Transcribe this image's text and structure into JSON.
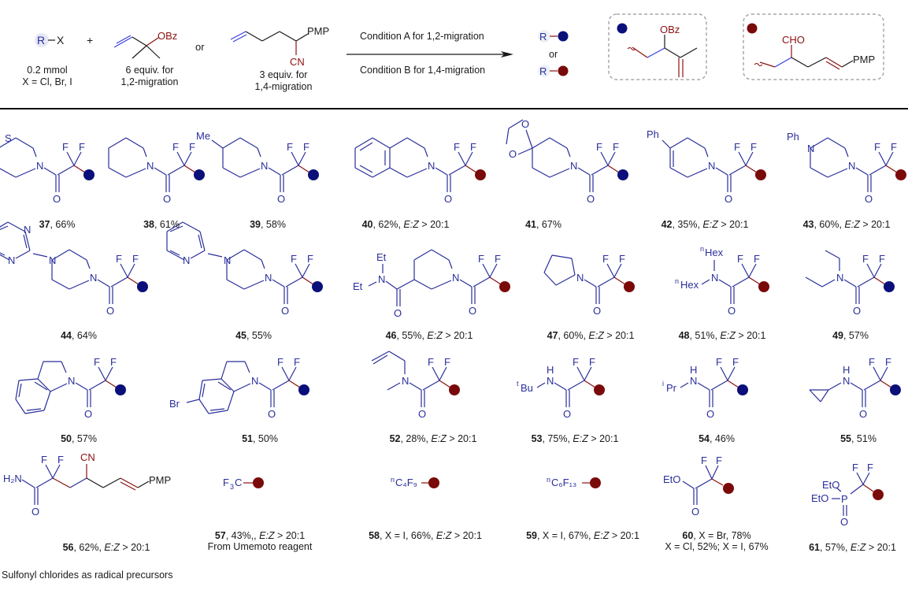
{
  "colors": {
    "blue": "#2a2f9a",
    "navy": "#0a0f7a",
    "red": "#8b1010",
    "black": "#1a1a1a",
    "dash": "#a8a8a8"
  },
  "header": {
    "rx_label": "R",
    "rx_x": "X",
    "rx_amount": "0.2 mmol",
    "rx_halides": "X = Cl, Br, I",
    "plus": "+",
    "reagent1_group": "OBz",
    "reagent1_equiv": "6 equiv. for",
    "reagent1_migration": "1,2-migration",
    "or1": "or",
    "reagent2_group_pmp": "PMP",
    "reagent2_group_cn": "CN",
    "reagent2_equiv": "3 equiv. for",
    "reagent2_migration": "1,4-migration",
    "condition_a": "Condition A for 1,2-migration",
    "condition_b": "Condition B for 1,4-migration",
    "product_r": "R",
    "or2": "or",
    "box1_group": "OBz",
    "box2_group_cho": "CHO",
    "box2_group_pmp": "PMP"
  },
  "compounds": [
    {
      "id": "37",
      "yield": "66%",
      "ez": "",
      "extra": "",
      "dot": "blue",
      "amine": "Thiomorpholine"
    },
    {
      "id": "38",
      "yield": "61%",
      "ez": "",
      "extra": "",
      "dot": "blue",
      "amine": "Piperidine"
    },
    {
      "id": "39",
      "yield": "58%",
      "ez": "",
      "extra": "",
      "dot": "blue",
      "amine": "4-Me-piperidine",
      "sub": "Me"
    },
    {
      "id": "40",
      "yield": "62%",
      "ez": "E:Z > 20:1",
      "extra": "",
      "dot": "red",
      "amine": "Tetrahydroisoquinoline"
    },
    {
      "id": "41",
      "yield": "67%",
      "ez": "",
      "extra": "",
      "dot": "blue",
      "amine": "1,4-Dioxa-8-azaspiro[4.5]decane"
    },
    {
      "id": "42",
      "yield": "35%",
      "ez": "E:Z > 20:1",
      "extra": "",
      "dot": "red",
      "amine": "4-Ph-tetrahydropyridine",
      "sub": "Ph"
    },
    {
      "id": "43",
      "yield": "60%",
      "ez": "E:Z > 20:1",
      "extra": "",
      "dot": "red",
      "amine": "4-Ph-piperazine",
      "sub": "Ph"
    },
    {
      "id": "44",
      "yield": "64%",
      "ez": "",
      "extra": "",
      "dot": "blue",
      "amine": "4-(Pyrimidin-2-yl)piperazine"
    },
    {
      "id": "45",
      "yield": "55%",
      "ez": "",
      "extra": "",
      "dot": "blue",
      "amine": "4-(Pyridin-2-yl)piperazine"
    },
    {
      "id": "46",
      "yield": "55%",
      "ez": "E:Z > 20:1",
      "extra": "",
      "dot": "red",
      "amine": "N,N-Diethylnipecotamide",
      "sub": "Et"
    },
    {
      "id": "47",
      "yield": "60%",
      "ez": "E:Z > 20:1",
      "extra": "",
      "dot": "red",
      "amine": "Pyrrolidine"
    },
    {
      "id": "48",
      "yield": "51%",
      "ez": "E:Z > 20:1",
      "extra": "",
      "dot": "red",
      "amine": "Di-n-hexylamine",
      "sub": "Hex",
      "sub_prefix": "n"
    },
    {
      "id": "49",
      "yield": "57%",
      "ez": "",
      "extra": "",
      "dot": "blue",
      "amine": "Diethylamine"
    },
    {
      "id": "50",
      "yield": "57%",
      "ez": "",
      "extra": "",
      "dot": "blue",
      "amine": "Indoline"
    },
    {
      "id": "51",
      "yield": "50%",
      "ez": "",
      "extra": "",
      "dot": "blue",
      "amine": "5-Br-indoline",
      "sub": "Br"
    },
    {
      "id": "52",
      "yield": "28%",
      "ez": "E:Z > 20:1",
      "extra": "",
      "dot": "red",
      "amine": "N-Methylallylamine"
    },
    {
      "id": "53",
      "yield": "75%",
      "ez": "E:Z > 20:1",
      "extra": "",
      "dot": "red",
      "amine": "tert-Butylamine",
      "sub": "Bu",
      "sub_prefix": "t",
      "nh": "H"
    },
    {
      "id": "54",
      "yield": "46%",
      "ez": "",
      "extra": "",
      "dot": "blue",
      "amine": "Isopropylamine",
      "sub": "Pr",
      "sub_prefix": "i",
      "nh": "H"
    },
    {
      "id": "55",
      "yield": "51%",
      "ez": "",
      "extra": "",
      "dot": "blue",
      "amine": "Cyclopropylamine",
      "nh": "H"
    },
    {
      "id": "56",
      "yield": "62%",
      "ez": "E:Z > 20:1",
      "extra": "",
      "dot": "red",
      "amine": "H2N",
      "groups": [
        "H₂N",
        "CN",
        "PMP"
      ]
    },
    {
      "id": "57",
      "yield": "43%,",
      "ez": "E:Z > 20:1",
      "extra": "From Umemoto reagent",
      "dot": "red",
      "rgroup": "F₃C"
    },
    {
      "id": "58",
      "yield": "66%",
      "ez": "E:Z > 20:1",
      "extra": "",
      "halide": "X = I",
      "dot": "red",
      "rgroup_prefix": "n",
      "rgroup": "C₄F₉"
    },
    {
      "id": "59",
      "yield": "67%",
      "ez": "E:Z > 20:1",
      "extra": "",
      "halide": "X = I",
      "dot": "red",
      "rgroup_prefix": "n",
      "rgroup": "C₆F₁₃"
    },
    {
      "id": "60",
      "yield": "78%",
      "ez": "",
      "halide": "X = Br",
      "extra": "X = Cl, 52%; X = I, 67%",
      "dot": "red",
      "rgroup": "EtO"
    },
    {
      "id": "61",
      "yield": "57%",
      "ez": "E:Z > 20:1",
      "extra": "",
      "dot": "red",
      "rgroup": "EtO"
    }
  ],
  "atoms": {
    "F": "F",
    "N": "N",
    "O": "O",
    "S": "S",
    "P": "P",
    "H": "H",
    "Me": "Me",
    "Ph": "Ph",
    "Et": "Et",
    "Br": "Br",
    "EtO": "EtO"
  },
  "footer": "Sulfonyl chlorides as radical precursors"
}
